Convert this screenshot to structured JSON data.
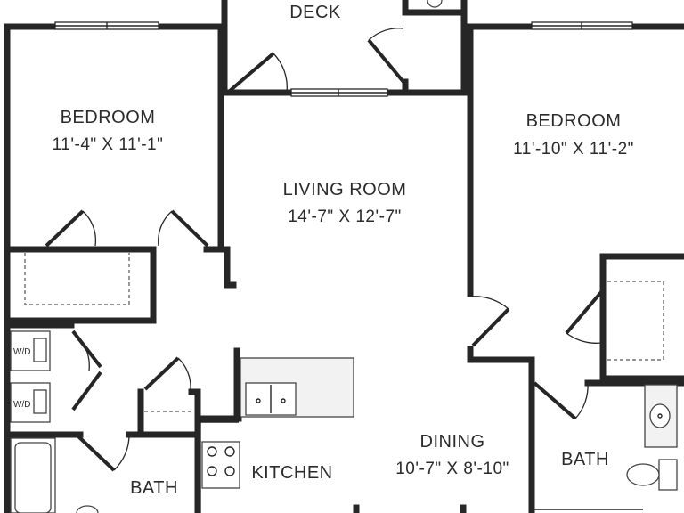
{
  "rooms": {
    "deck": {
      "label": "DECK"
    },
    "bedroom_left": {
      "label": "BEDROOM",
      "dims": "11'-4\" X 11'-1\""
    },
    "living_room": {
      "label": "LIVING ROOM",
      "dims": "14'-7\" X 12'-7\""
    },
    "bedroom_right": {
      "label": "BEDROOM",
      "dims": "11'-10\" X 11'-2\""
    },
    "dining": {
      "label": "DINING",
      "dims": "10'-7\" X 8'-10\""
    },
    "kitchen": {
      "label": "KITCHEN"
    },
    "bath_left": {
      "label": "BATH"
    },
    "bath_right": {
      "label": "BATH"
    }
  },
  "appliances": {
    "washer_dryer_top": "W/D",
    "washer_dryer_bottom": "W/D"
  }
}
